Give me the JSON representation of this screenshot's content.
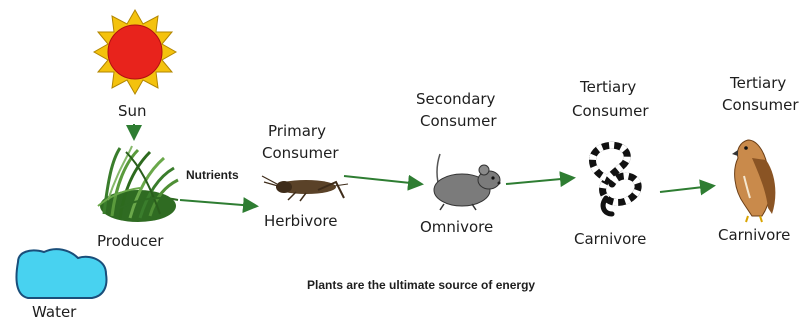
{
  "nodes": {
    "sun": {
      "label": "Sun"
    },
    "producer": {
      "label": "Producer"
    },
    "water": {
      "label": "Water"
    },
    "primary": {
      "title_line1": "Primary",
      "title_line2": "Consumer",
      "role": "Herbivore"
    },
    "secondary": {
      "title_line1": "Secondary",
      "title_line2": "Consumer",
      "role": "Omnivore"
    },
    "tertiary_snake": {
      "title_line1": "Tertiary",
      "title_line2": "Consumer",
      "role": "Carnivore"
    },
    "tertiary_hawk": {
      "title_line1": "Tertiary",
      "title_line2": "Consumer",
      "role": "Carnivore"
    }
  },
  "edges": {
    "nutrients_label": "Nutrients"
  },
  "caption": "Plants are the ultimate source of energy",
  "colors": {
    "arrow": "#2e7d32",
    "sun": "#e8231c",
    "sun_rays": "#f4c20d",
    "water": "#48d2f0",
    "grass": "#3a7d2c"
  },
  "icons": [
    "sun-icon",
    "grass-icon",
    "water-icon",
    "cricket-icon",
    "mouse-icon",
    "snake-icon",
    "hawk-icon"
  ]
}
